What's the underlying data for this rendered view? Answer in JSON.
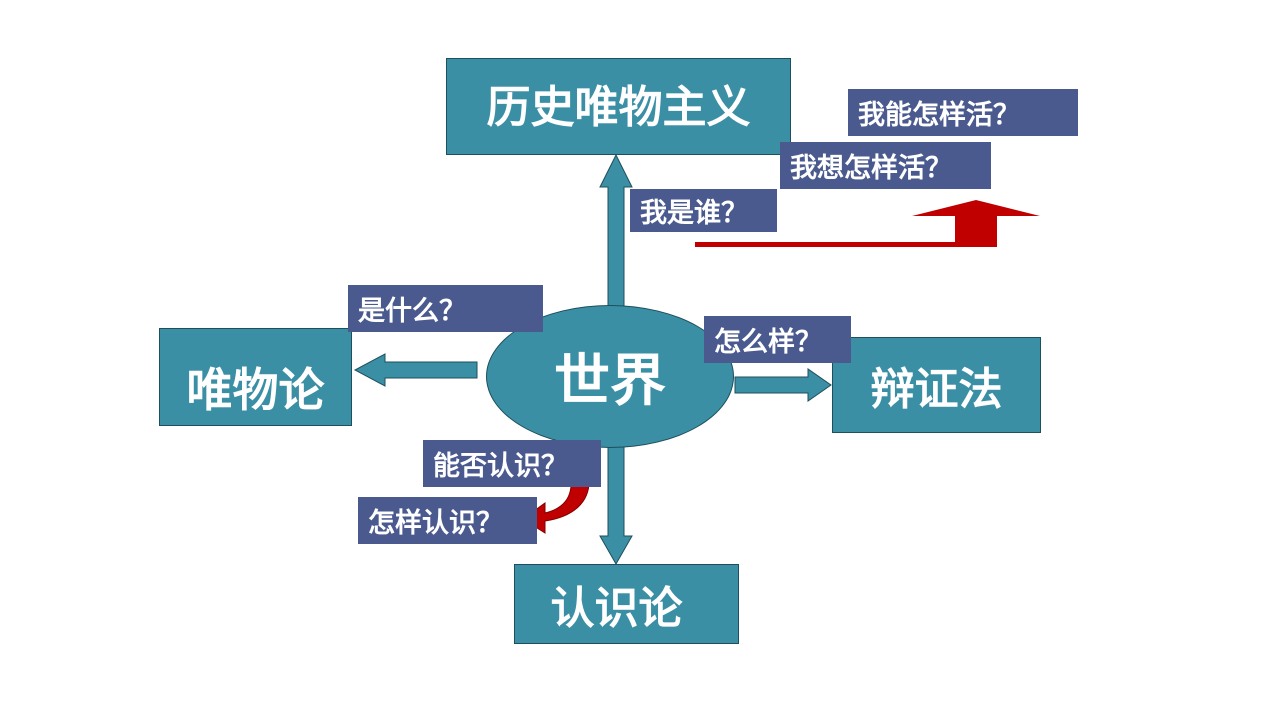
{
  "center": "世界",
  "boxes": {
    "top": "历史唯物主义",
    "left": "唯物论",
    "right": "辩证法",
    "bottom": "认识论"
  },
  "questions": {
    "who": "我是谁？",
    "how_can_live": "我能怎样活？",
    "how_want_live": "我想怎样活？",
    "what": "是什么？",
    "how_is": "怎么样？",
    "can_know": "能否认识？",
    "how_know": "怎样认识？"
  },
  "colors": {
    "box": "#3a8fa5",
    "question": "#4a5a8f",
    "accent_arrow": "#c00000"
  }
}
